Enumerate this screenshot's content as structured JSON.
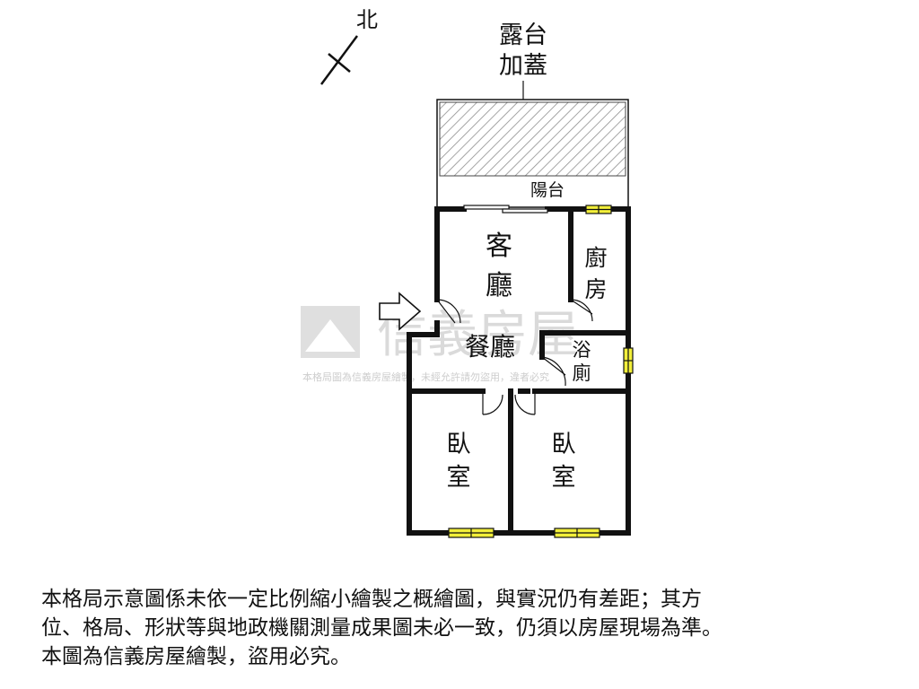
{
  "north_label": "北",
  "terrace_label_line1": "露台",
  "terrace_label_line2": "加蓋",
  "balcony_label": "陽台",
  "living_label_line1": "客",
  "living_label_line2": "廳",
  "kitchen_label_line1": "廚",
  "kitchen_label_line2": "房",
  "dining_label": "餐廳",
  "bath_label_line1": "浴",
  "bath_label_line2": "廁",
  "bedroom_left_line1": "臥",
  "bedroom_left_line2": "室",
  "bedroom_right_line1": "臥",
  "bedroom_right_line2": "室",
  "watermark": {
    "brand": "信義房屋",
    "notice": "本格局圖為信義房屋繪製，未經允許請勿盜用，違者必究"
  },
  "disclaimer_lines": [
    "本格局示意圖係未依一定比例縮小繪製之概繪圖，與實況仍有差距；其方",
    "位、格局、形狀等與地政機關測量成果圖未必一致，仍須以房屋現場為準。",
    "本圖為信義房屋繪製，盜用必究。"
  ],
  "colors": {
    "wall": "#111111",
    "window_fill": "#f2ef3a",
    "hatch": "#8a8a8a",
    "watermark": "#d9d9d9"
  }
}
